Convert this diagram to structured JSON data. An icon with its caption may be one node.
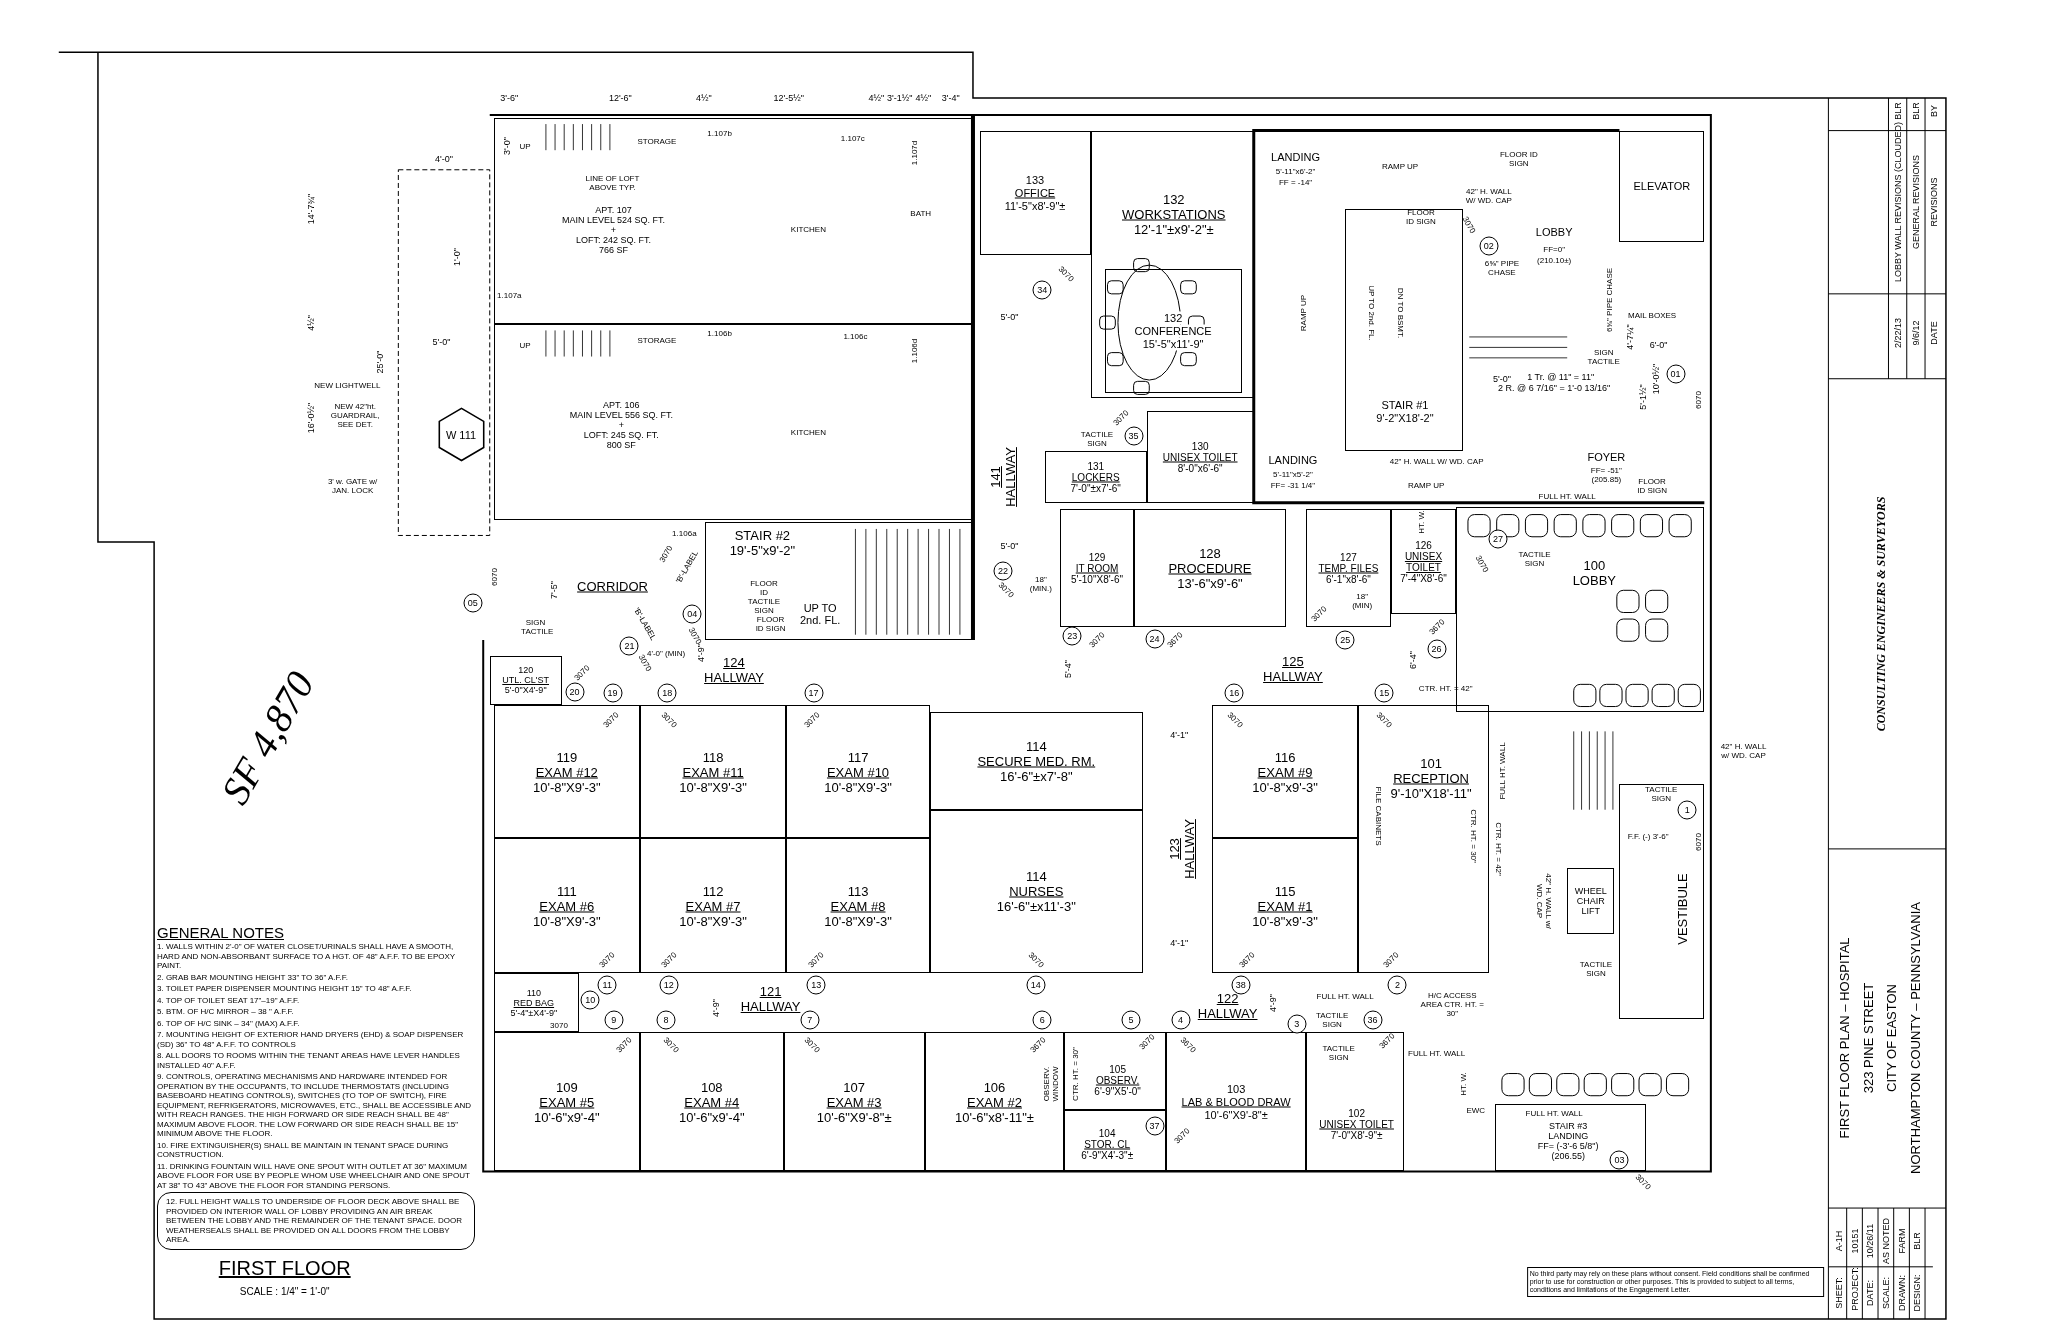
{
  "diagram": {
    "nodes": [
      {
        "text": [
          "APT. 107",
          "MAIN LEVEL 524 SQ. FT.",
          "+",
          "LOFT: 242 SQ. FT.",
          "766 SF"
        ]
      },
      {
        "text": [
          "APT. 106",
          "MAIN LEVEL 556 SQ. FT.",
          "+",
          "LOFT: 245 SQ. FT.",
          "800 SF"
        ]
      },
      {
        "text": [
          "133",
          "OFFICE",
          "11'-5\"x8'-9\"±"
        ]
      },
      {
        "text": [
          "132",
          "WORKSTATIONS",
          "12'-1\"±x9'-2\"±"
        ]
      },
      {
        "text": [
          "132",
          "CONFERENCE",
          "15'-5\"x11'-9\""
        ],
        "in": 3
      },
      {
        "text": [
          "STAIR #1",
          "9'-2\"X18'-2\""
        ]
      },
      {
        "text": [
          "ELEVATOR"
        ]
      },
      {
        "text": [
          "130",
          "UNISEX TOILET",
          "8'-0\"x6'-6\""
        ]
      },
      {
        "text": [
          "131",
          "LOCKERS",
          "7'-0\"±x7'-6\""
        ]
      },
      {
        "text": [
          "129",
          "IT ROOM",
          "5'-10\"X8'-6\""
        ]
      },
      {
        "text": [
          "128",
          "PROCEDURE",
          "13'-6\"x9'-6\""
        ]
      },
      {
        "text": [
          "127",
          "TEMP. FILES",
          "6'-1\"x8'-6\""
        ]
      },
      {
        "text": [
          "126",
          "UNISEX TOILET",
          "7'-4\"X8'-6\""
        ]
      },
      {
        "text": [
          "100",
          "LOBBY"
        ]
      },
      {
        "text": [
          "STAIR #2",
          "19'-5\"x9'-2\""
        ]
      },
      {
        "text": [
          "120",
          "UTL. CL'ST",
          "5'-0\"X4'-9\""
        ]
      },
      {
        "text": [
          "119",
          "EXAM #12",
          "10'-8\"X9'-3\""
        ]
      },
      {
        "text": [
          "118",
          "EXAM #11",
          "10'-8\"X9'-3\""
        ]
      },
      {
        "text": [
          "117",
          "EXAM #10",
          "10'-8\"X9'-3\""
        ]
      },
      {
        "text": [
          "114",
          "SECURE MED. RM.",
          "16'-6\"±x7'-8\""
        ]
      },
      {
        "text": [
          "114",
          "NURSES",
          "16'-6\"±x11'-3\""
        ]
      },
      {
        "text": [
          "116",
          "EXAM #9",
          "10'-8\"x9'-3\""
        ]
      },
      {
        "text": [
          "101",
          "RECEPTION",
          "9'-10\"X18'-11\""
        ]
      },
      {
        "text": [
          "111",
          "EXAM #6",
          "10'-8\"X9'-3\""
        ]
      },
      {
        "text": [
          "112",
          "EXAM #7",
          "10'-8\"X9'-3\""
        ]
      },
      {
        "text": [
          "113",
          "EXAM #8",
          "10'-8\"X9'-3\""
        ]
      },
      {
        "text": [
          "115",
          "EXAM #1",
          "10'-8\"x9'-3\""
        ]
      },
      {
        "text": [
          "110",
          "RED BAG",
          "5'-4\"±X4'-9\""
        ]
      },
      {
        "text": [
          "109",
          "EXAM #5",
          "10'-6\"x9'-4\""
        ]
      },
      {
        "text": [
          "108",
          "EXAM #4",
          "10'-6\"x9'-4\""
        ]
      },
      {
        "text": [
          "107",
          "EXAM #3",
          "10'-6\"X9'-8\"±"
        ]
      },
      {
        "text": [
          "106",
          "EXAM #2",
          "10'-6\"x8'-11\"±"
        ]
      },
      {
        "text": [
          "105",
          "OBSERV.",
          "6'-9\"X5'-0\""
        ]
      },
      {
        "text": [
          "104",
          "STOR. CL",
          "6'-9\"X4'-3\"±"
        ]
      },
      {
        "text": [
          "103",
          "LAB & BLOOD DRAW",
          "10'-6\"X9'-8\"±"
        ]
      },
      {
        "text": [
          "102",
          "UNISEX TOILET",
          "7'-0\"X8'-9\"±"
        ]
      },
      {
        "text": [
          "STAIR #3",
          "LANDING",
          "FF= (-3'-6 5/8\")",
          "(206.55)"
        ]
      },
      {
        "text": [
          "VESTIBULE"
        ]
      },
      {
        "text": [
          "WHEEL CHAIR LIFT"
        ]
      },
      {
        "text": [
          "W 111"
        ]
      }
    ],
    "labels": [
      "3'-6\"",
      "12'-6\"",
      "4½\"",
      "12'-5½\"",
      "4½\"",
      "3'-1½\"",
      "4½\"",
      "3'-4\"",
      "14'-7¾\"",
      "4½\"",
      "16'-0½\"",
      "25'-0\"",
      "4'-0\"",
      "3'-0\"",
      "1'-0\"",
      "5'-0\"",
      "UP",
      "STORAGE",
      "1.107b",
      "1.107c",
      "1.107d",
      "LINE OF LOFT ABOVE TYP.",
      "KITCHEN",
      "BATH",
      "1.107a",
      "UP",
      "STORAGE",
      "1.106b",
      "1.106c",
      "1.106d",
      "KITCHEN",
      "NEW LIGHTWELL",
      "NEW 42\"ht. GUARDRAIL, SEE DET.",
      "3' w. GATE w/ JAN. LOCK",
      "1.106a",
      "3070",
      "'B'-LABEL",
      "CORRIDOR",
      "7'-5\"",
      "SIGN TACTILE",
      "'B'-LABEL",
      "4'-0\" (MIN)",
      "FLOOR ID TACTILE SIGN",
      "FLOOR ID SIGN",
      "UP TO 2nd. FL.",
      "LANDING",
      "5'-11\"x6'-2\"",
      "FF = -14\"",
      "RAMP UP",
      "FLOOR ID SIGN",
      "FLOOR ID SIGN",
      "42\" H. WALL W/ WD. CAP",
      "RAMP UP",
      "UP TO 2nd. FL.",
      "DN TO BSMT.",
      "3070",
      "02",
      "6⅝\" PIPE CHASE",
      "LOBBY",
      "FF=0\"",
      "(210.10±)",
      "6⅝\" PIPE CHASE",
      "MAIL BOXES",
      "4'-7¼\"",
      "6'-0\"",
      "SIGN TACTILE",
      "5'-0\"",
      "1 Tr. @ 11\" = 11\"",
      "2 R. @ 6 7/16\" = 1'-0 13/16\"",
      "10'-0½\"",
      "5'-1½\"",
      "01",
      "6070",
      "42\" H. WALL W/ WD. CAP",
      "LANDING",
      "5'-11\"x5'-2\"",
      "FF= -31 1/4\"",
      "RAMP UP",
      "FOYER",
      "FF= -51\"",
      "(205.85)",
      "FLOOR ID SIGN",
      "TACTILE SIGN",
      "FULL HT. WALL",
      "HT. W.",
      "TACTILE SIGN",
      "18\" (MIN.)",
      "18\" (MIN)",
      "34",
      "3070",
      "35",
      "3070",
      "22",
      "3070",
      "23",
      "3070",
      "24",
      "3670",
      "25",
      "3070",
      "27",
      "3070",
      "26",
      "3670",
      "05",
      "6070",
      "04",
      "3070",
      "21",
      "3070",
      "20",
      "3070",
      "19",
      "3070",
      "18",
      "3070",
      "17",
      "3070",
      "16",
      "3070",
      "15",
      "3070",
      "11",
      "3070",
      "12",
      "3070",
      "13",
      "3070",
      "14",
      "3070",
      "38",
      "3670",
      "2",
      "3070",
      "10",
      "3070",
      "9",
      "3070",
      "8",
      "3070",
      "7",
      "3070",
      "6",
      "3670",
      "5",
      "3070",
      "4",
      "3670",
      "3",
      "36",
      "3670",
      "37",
      "3070",
      "03",
      "3070",
      "124 HALLWAY",
      "125 HALLWAY",
      "141 HALLWAY",
      "123 HALLWAY",
      "121 HALLWAY",
      "122 HALLWAY",
      "5'-0\"",
      "5'-0\"",
      "4'-9\"",
      "5'-4\"",
      "6'-4\"",
      "4'-1\"",
      "4'-1\"",
      "4'-9\"",
      "4'-9\"",
      "CTR. HT. = 42\"",
      "FULL HT. WALL",
      "FILE CABINETS",
      "CTR. HT. = 30\"",
      "CTR. HT. = 42\"",
      "FULL HT. WALL",
      "H/C ACCESS AREA CTR. HT. = 30\"",
      "42\" H. WALL w/ WD. CAP",
      "TACTILE SIGN",
      "F.F. (-) 3'-6\"",
      "1",
      "6070",
      "42\" H. WALL w/ WD. CAP",
      "TACTILE SIGN",
      "OBSERV. WINDOW",
      "CTR. HT. = 30\"",
      "TACTILE SIGN",
      "TACTILE SIGN",
      "FULL HT. WALL",
      "HT. W.",
      "EWC",
      "FULL HT. WALL",
      "SF 4,870",
      "GENERAL NOTES",
      "1. WALLS WITHIN 2'-0\" OF WATER CLOSET/URINALS SHALL HAVE A SMOOTH, HARD AND NON-ABSORBANT SURFACE TO A HGT. OF 48\" A.F.F. TO BE EPOXY PAINT.",
      "2. GRAB BAR MOUNTING HEIGHT 33\" TO 36\" A.F.F.",
      "3. TOILET PAPER DISPENSER MOUNTING HEIGHT 15\" TO 48\" A.F.F.",
      "4. TOP OF TOILET SEAT 17\"–19\" A.F.F.",
      "5. BTM. OF H/C MIRROR – 38 \" A.F.F.",
      "6. TOP OF H/C SINK – 34\" (MAX) A.F.F.",
      "7. MOUNTING HEIGHT OF EXTERIOR HAND DRYERS (EHD) & SOAP DISPENSER (SD) 36\" TO 48\" A.F.F. TO CONTROLS",
      "8. ALL DOORS TO ROOMS WITHIN THE TENANT AREAS HAVE LEVER HANDLES INSTALLED 40\" A.F.F.",
      "9. CONTROLS, OPERATING MECHANISMS AND HARDWARE INTENDED FOR OPERATION BY THE OCCUPANTS, TO INCLUDE THERMOSTATS (INCLUDING BASEBOARD HEATING CONTROLS), SWITCHES (TO TOP OF SWITCH), FIRE EQUIPMENT, REFRIGERATORS, MICROWAVES, ETC., SHALL BE ACCESSIBLE AND WITH REACH RANGES. THE HIGH FORWARD OR SIDE REACH SHALL BE 48\" MAXIMUM ABOVE FLOOR. THE LOW FORWARD OR SIDE REACH SHALL BE 15\" MINIMUM ABOVE THE FLOOR.",
      "10. FIRE EXTINGUISHER(S) SHALL BE MAINTAIN IN TENANT SPACE DURING CONSTRUCTION.",
      "11. DRINKING FOUNTAIN WILL HAVE ONE SPOUT WITH OUTLET AT 36\" MAXIMUM ABOVE FLOOR FOR USE BY PEOPLE WHOM USE WHEELCHAIR AND ONE SPOUT AT 38\" TO 43\" ABOVE THE FLOOR FOR STANDING PERSONS.",
      "12. FULL HEIGHT WALLS TO UNDERSIDE OF FLOOR DECK ABOVE SHALL BE PROVIDED ON INTERIOR WALL OF LOBBY PROVIDING AN AIR BREAK BETWEEN THE LOBBY AND THE REMAINDER OF THE TENANT SPACE. DOOR WEATHERSEALS SHALL BE PROVIDED ON ALL DOORS FROM THE LOBBY AREA.",
      "FIRST FLOOR",
      "SCALE : 1/4\" = 1'-0\"",
      "BLR",
      "LOBBY WALL REVISIONS (CLOUDED)",
      "2/22/13",
      "BLR",
      "GENERAL REVISIONS",
      "9/6/12",
      "BY",
      "REVISIONS",
      "DATE",
      "CONSULTING ENGINEERS & SURVEYORS",
      "FIRST FLOOR PLAN – HOSPITAL",
      "323 PINE STREET",
      "CITY OF EASTON",
      "NORTHAMPTON COUNTY – PENNSYLVANIA",
      "SHEET:",
      "A-1H",
      "PROJECT:",
      "10151",
      "DATE:",
      "10/26/11",
      "SCALE:",
      "AS NOTED",
      "DRAWN:",
      "FARM",
      "DESIGN:",
      "BLR",
      "No third party may rely on these plans without consent. Field conditions shall be confirmed prior to use for construction or other purposes. This is provided to subject to all terms, conditions and limitations of the Engagement Letter."
    ]
  }
}
